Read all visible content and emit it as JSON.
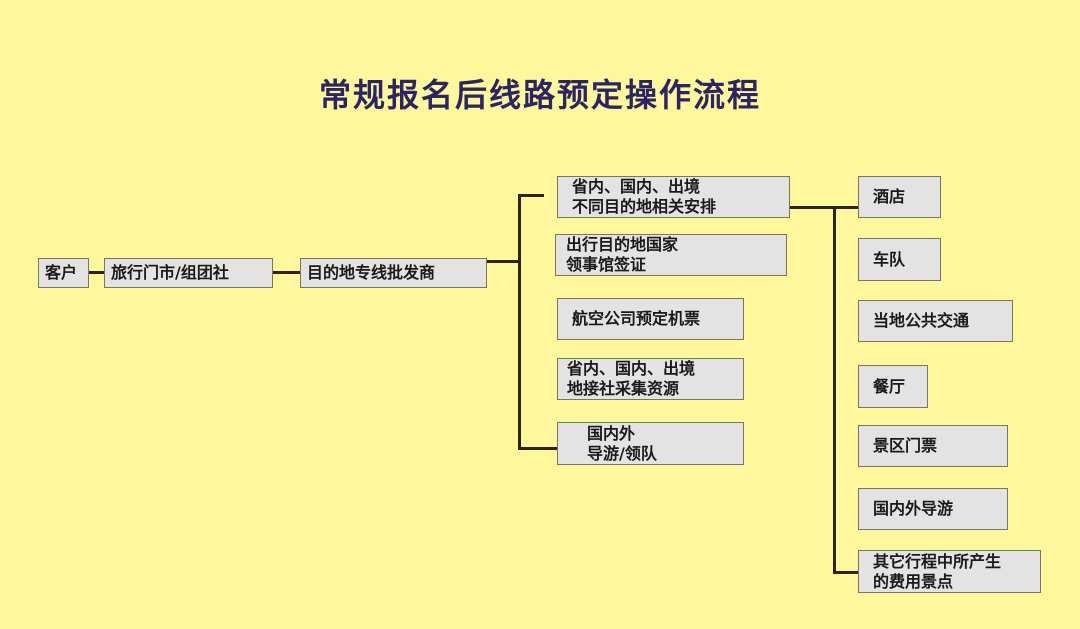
{
  "title": "常规报名后线路预定操作流程",
  "chain": [
    "客户",
    "旅行门市/组团社",
    "目的地专线批发商"
  ],
  "middle": [
    {
      "line1": "省内、国内、出境",
      "line2": "不同目的地相关安排"
    },
    {
      "line1": "出行目的地国家",
      "line2": "领事馆签证"
    },
    {
      "line1": "航空公司预定机票",
      "line2": ""
    },
    {
      "line1": "省内、国内、出境",
      "line2": "地接社采集资源"
    },
    {
      "line1": "国内外",
      "line2": "导游/领队"
    }
  ],
  "right": [
    {
      "line1": "酒店",
      "line2": ""
    },
    {
      "line1": "车队",
      "line2": ""
    },
    {
      "line1": "当地公共交通",
      "line2": ""
    },
    {
      "line1": "餐厅",
      "line2": ""
    },
    {
      "line1": "景区门票",
      "line2": ""
    },
    {
      "line1": "国内外导游",
      "line2": ""
    },
    {
      "line1": "其它行程中所产生",
      "line2": "的费用景点"
    }
  ]
}
